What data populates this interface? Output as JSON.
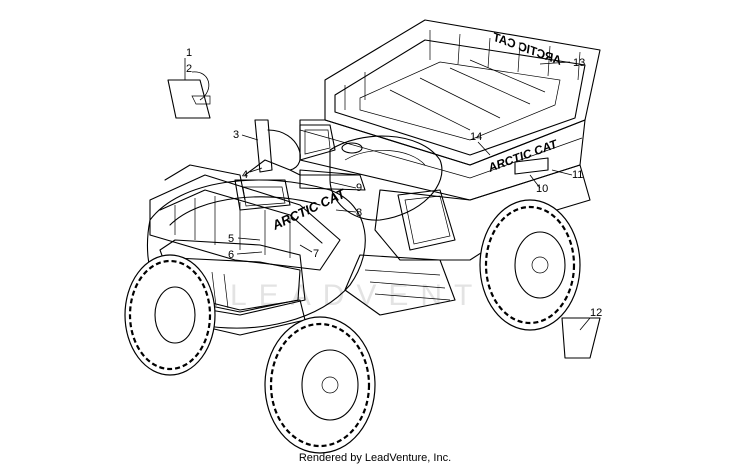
{
  "diagram": {
    "callouts": [
      "1",
      "2",
      "3",
      "4",
      "5",
      "6",
      "7",
      "8",
      "9",
      "10",
      "11",
      "12",
      "13",
      "14"
    ],
    "decal_text": {
      "hood": "ARCTIC CAT",
      "rear_fender": "ARCTIC CAT",
      "rack_mirrored": "ARCTIC CAT"
    },
    "watermark": "LEADVENTURE"
  },
  "footer": {
    "text": "Rendered by LeadVenture, Inc."
  }
}
